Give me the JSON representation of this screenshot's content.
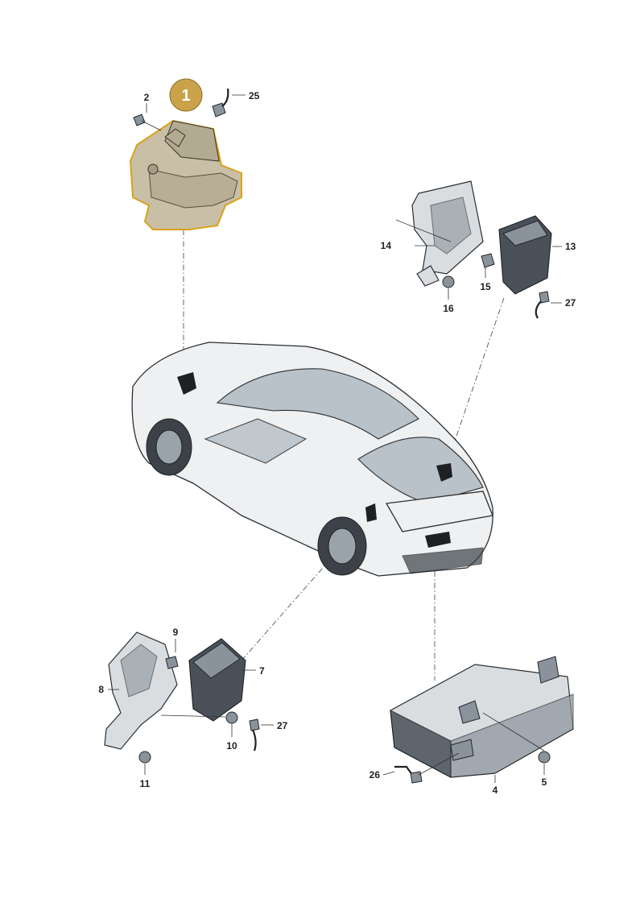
{
  "diagram": {
    "highlight_color": "#c9a24a",
    "highlighted_part": "1",
    "callouts": [
      {
        "id": "c1",
        "label": "1"
      },
      {
        "id": "c2",
        "label": "2"
      },
      {
        "id": "c25",
        "label": "25"
      },
      {
        "id": "c14",
        "label": "14"
      },
      {
        "id": "c13",
        "label": "13"
      },
      {
        "id": "c15",
        "label": "15"
      },
      {
        "id": "c16",
        "label": "16"
      },
      {
        "id": "c27a",
        "label": "27"
      },
      {
        "id": "c9",
        "label": "9"
      },
      {
        "id": "c7",
        "label": "7"
      },
      {
        "id": "c8",
        "label": "8"
      },
      {
        "id": "c27b",
        "label": "27"
      },
      {
        "id": "c10",
        "label": "10"
      },
      {
        "id": "c11",
        "label": "11"
      },
      {
        "id": "c26",
        "label": "26"
      },
      {
        "id": "c4",
        "label": "4"
      },
      {
        "id": "c5",
        "label": "5"
      }
    ]
  }
}
